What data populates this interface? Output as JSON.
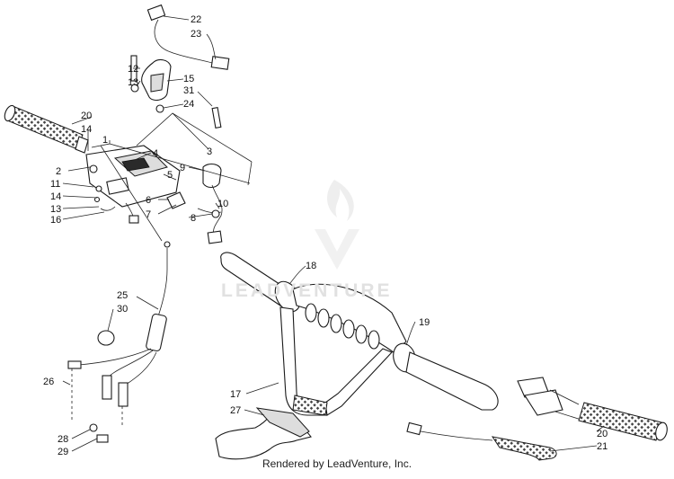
{
  "watermark": {
    "text": "LEADVENTURE"
  },
  "footer": {
    "credit": "Rendered by LeadVenture, Inc."
  },
  "callouts": [
    {
      "id": "c22",
      "label": "22"
    },
    {
      "id": "c23",
      "label": "23"
    },
    {
      "id": "c12",
      "label": "12"
    },
    {
      "id": "c13a",
      "label": "13"
    },
    {
      "id": "c15",
      "label": "15"
    },
    {
      "id": "c31",
      "label": "31"
    },
    {
      "id": "c24",
      "label": "24"
    },
    {
      "id": "c20a",
      "label": "20"
    },
    {
      "id": "c14a",
      "label": "14"
    },
    {
      "id": "c1",
      "label": "1"
    },
    {
      "id": "c3",
      "label": "3"
    },
    {
      "id": "c4",
      "label": "4"
    },
    {
      "id": "c2",
      "label": "2"
    },
    {
      "id": "c9",
      "label": "9"
    },
    {
      "id": "c5",
      "label": "5"
    },
    {
      "id": "c11",
      "label": "11"
    },
    {
      "id": "c14b",
      "label": "14"
    },
    {
      "id": "c6",
      "label": "6"
    },
    {
      "id": "c10",
      "label": "10"
    },
    {
      "id": "c13b",
      "label": "13"
    },
    {
      "id": "c7",
      "label": "7"
    },
    {
      "id": "c8",
      "label": "8"
    },
    {
      "id": "c16",
      "label": "16"
    },
    {
      "id": "c18",
      "label": "18"
    },
    {
      "id": "c25",
      "label": "25"
    },
    {
      "id": "c30",
      "label": "30"
    },
    {
      "id": "c19",
      "label": "19"
    },
    {
      "id": "c26",
      "label": "26"
    },
    {
      "id": "c17",
      "label": "17"
    },
    {
      "id": "c27",
      "label": "27"
    },
    {
      "id": "c28",
      "label": "28"
    },
    {
      "id": "c29",
      "label": "29"
    },
    {
      "id": "c20b",
      "label": "20"
    },
    {
      "id": "c21",
      "label": "21"
    }
  ]
}
